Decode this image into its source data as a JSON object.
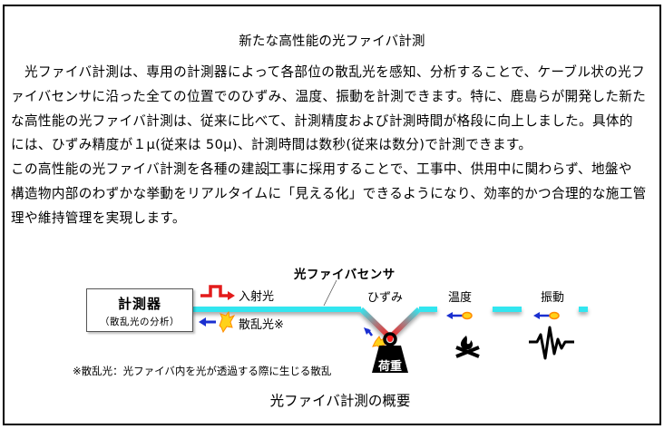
{
  "document": {
    "title": "新たな高性能の光ファイバ計測",
    "paragraph1_lines": [
      "光ファイバ計測は、専用の計測器によって各部位の散乱光を感知、分析することで、ケーブル状の光フ",
      "ァイバセンサに沿った全ての位置でのひずみ、温度、振動を計測できます。特に、鹿島らが開発した新た",
      "な高性能の光ファイバ計測は、従来に比べて、計測精度および計測時間が格段に向上しました。具体的",
      "には、ひずみ精度が１μ(従来は 50μ)、計測時間は数秒(従来は数分)で計測できます。"
    ],
    "paragraph2_line1_before_cursor": "この高性能の光ファイバ計測を各種の建設",
    "paragraph2_line1_after_cursor": "工事に採用することで、工事中、供用中に関わらず、地盤や",
    "paragraph2_lines_rest": [
      "構造物内部のわずかな挙動をリアルタイムに「見える化」できるようになり、効率的かつ合理的な施工管",
      "理や維持管理を実現します。"
    ]
  },
  "diagram": {
    "meter_title": "計測器",
    "meter_subtitle": "（散乱光の分析）",
    "incident_light_label": "入射光",
    "scattered_light_label": "散乱光※",
    "sensor_label": "光ファイバセンサ",
    "strain_label": "ひずみ",
    "temperature_label": "温度",
    "vibration_label": "振動",
    "weight_label": "荷重",
    "footnote": "※散乱光：光ファイバ内を光が透過する際に生じる散乱",
    "caption": "光ファイバ計測の概要",
    "icons": {
      "incident": "pulse-arrow-icon",
      "scattered": "scatter-burst-icon",
      "temperature": "campfire-icon",
      "vibration": "vibration-wave-icon",
      "weight": "weight-icon"
    },
    "colors": {
      "fiber": "#33e6f0",
      "hotspot": "#ff1a1a",
      "incident_arrow": "#e31b1b",
      "scatter_arrow": "#1a2fd0",
      "burst": "#ffd21a",
      "weight": "#000000"
    }
  }
}
